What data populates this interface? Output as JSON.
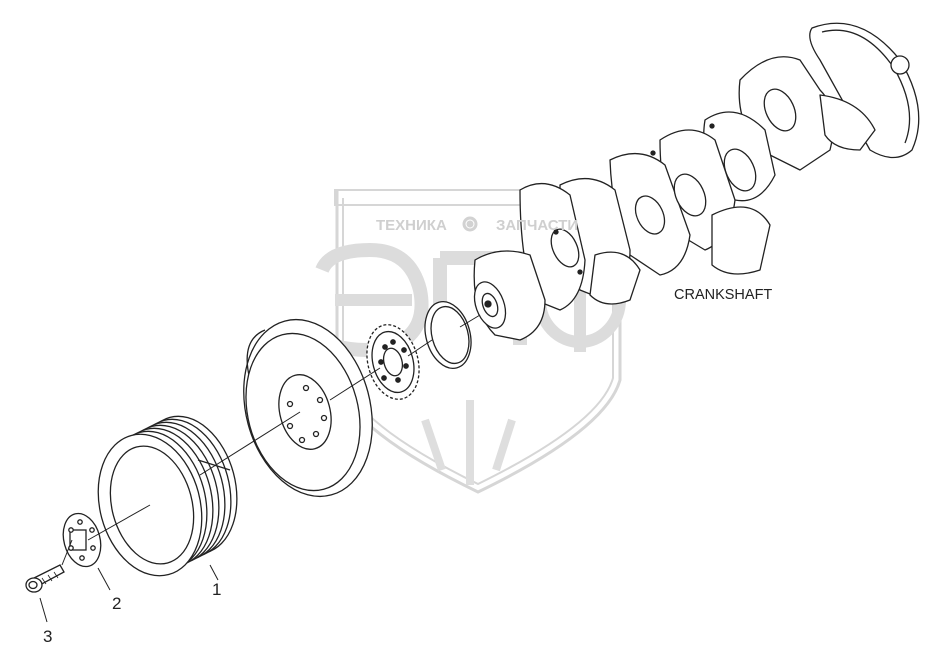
{
  "diagram": {
    "part_label": "CRANKSHAFT",
    "callouts": [
      "1",
      "2",
      "3"
    ]
  },
  "watermark": {
    "left_word": "ТЕХНИКА",
    "right_word": "ЗАПЧАСТИ",
    "monogram": "ЭПФ"
  },
  "colors": {
    "line": "#222222",
    "watermark": "#d2d2d2"
  }
}
